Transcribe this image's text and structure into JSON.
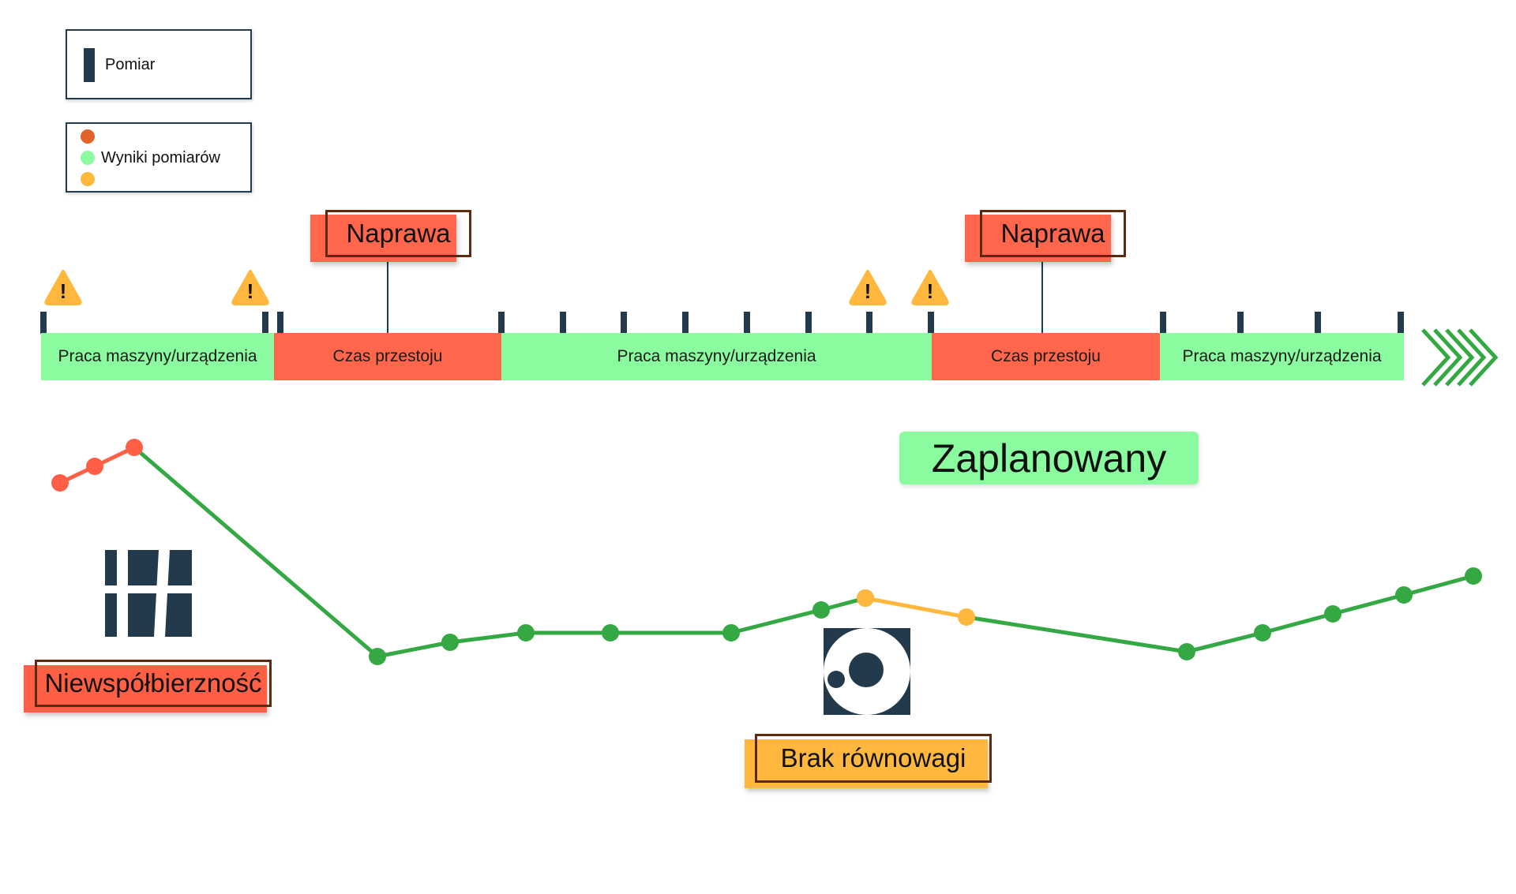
{
  "legend": {
    "measurement_label": "Pomiar",
    "results_label": "Wyniki pomiarów",
    "result_dot_colors": [
      "#e2622a",
      "#8afb9e",
      "#ffb83d"
    ]
  },
  "timeline": {
    "segments": [
      {
        "label": "Praca maszyny/urządzenia",
        "state": "running"
      },
      {
        "label": "Czas przestoju",
        "state": "downtime"
      },
      {
        "label": "Praca maszyny/urządzenia",
        "state": "running"
      },
      {
        "label": "Czas przestoju",
        "state": "downtime"
      },
      {
        "label": "Praca maszyny/urządzenia",
        "state": "running"
      }
    ],
    "repair_label": "Naprawa",
    "warning_icon": "warning-triangle-icon",
    "continuation_icon": "chevrons-right-icon"
  },
  "status": {
    "label": "Zaplanowany"
  },
  "faults": {
    "misalignment": {
      "label": "Niewspółbierzność",
      "icon": "misalignment-icon"
    },
    "imbalance": {
      "label": "Brak równowagi",
      "icon": "imbalance-icon"
    }
  },
  "colors": {
    "running": "#8afb9e",
    "downtime": "#ff664b",
    "line_good": "#33a843",
    "line_bad": "#ff5f45",
    "line_warn": "#ffb83d",
    "warning": "#ffb83d",
    "marker": "#233a4d",
    "imbalance_tag": "#ffb83d",
    "misalignment_tag": "#ff5f45",
    "chevron": "#33a843"
  }
}
